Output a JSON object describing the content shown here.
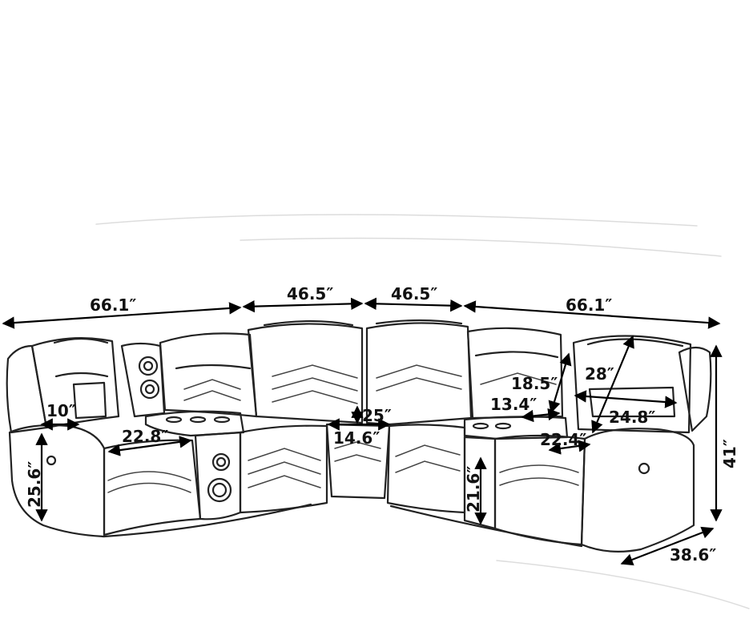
{
  "figure": {
    "dimensions": {
      "top_left_width": "66.1″",
      "top_mid_left_width": "46.5″",
      "top_mid_right_width": "46.5″",
      "top_right_width": "66.1″",
      "armrest_width_left": "10″",
      "seat_width_left": "22.8″",
      "arm_height_left": "25.6″",
      "console_height": "25″",
      "corner_seat_width": "14.6″",
      "back_height_right": "18.5″",
      "console_width_right": "13.4″",
      "seat_width_right": "22.4″",
      "seat_height_right": "21.6″",
      "recliner_back": "28″",
      "recliner_seat_depth": "24.8″",
      "total_height": "41″",
      "depth": "38.6″"
    }
  }
}
